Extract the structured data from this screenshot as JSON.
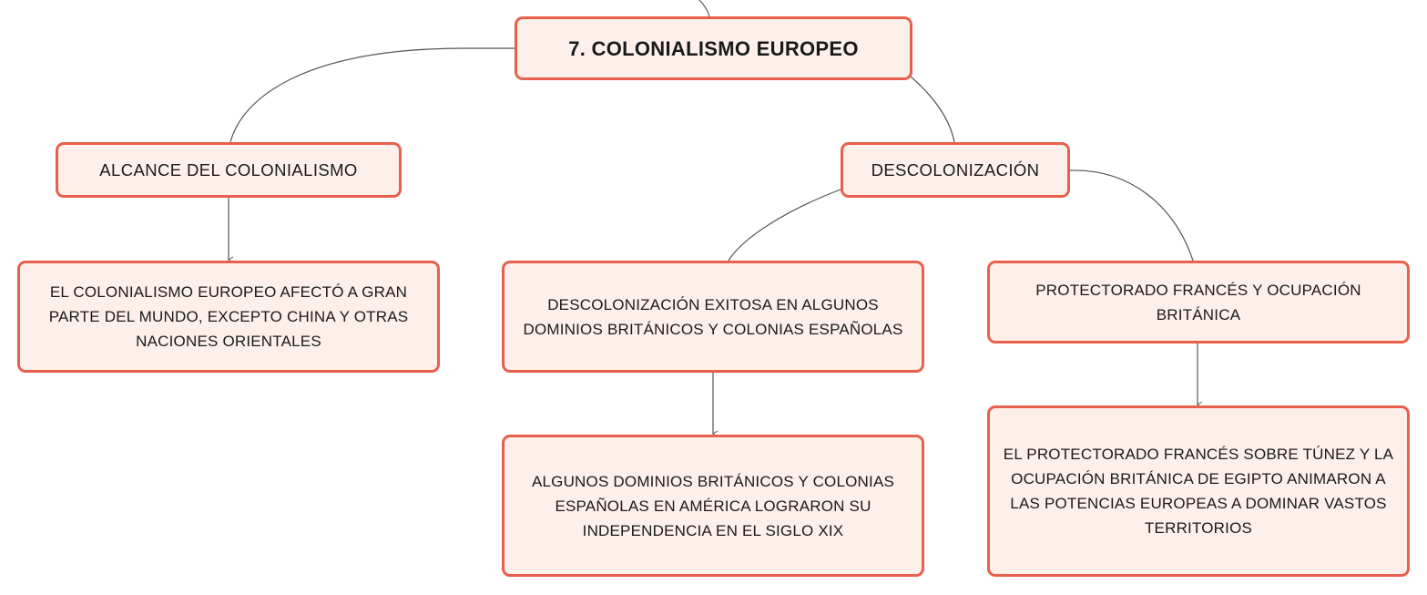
{
  "diagram": {
    "type": "concept-map",
    "colors": {
      "node_border": "#e8604c",
      "node_fill": "#fdf0eb",
      "connector": "#555555",
      "text": "#1a1a1a"
    },
    "root": {
      "label": "7. COLONIALISMO EUROPEO"
    },
    "branches": {
      "alcance": {
        "label": "ALCANCE DEL COLONIALISMO",
        "detail": "EL COLONIALISMO EUROPEO AFECTÓ A GRAN PARTE DEL MUNDO, EXCEPTO CHINA Y OTRAS NACIONES ORIENTALES"
      },
      "descolonizacion": {
        "label": "DESCOLONIZACIÓN",
        "children": {
          "exitosa": {
            "label": "DESCOLONIZACIÓN EXITOSA EN ALGUNOS DOMINIOS BRITÁNICOS Y COLONIAS ESPAÑOLAS",
            "detail": "ALGUNOS DOMINIOS BRITÁNICOS Y COLONIAS ESPAÑOLAS EN AMÉRICA LOGRARON SU INDEPENDENCIA EN EL SIGLO XIX"
          },
          "protectorado": {
            "label": "PROTECTORADO FRANCÉS Y OCUPACIÓN BRITÁNICA",
            "detail": "EL PROTECTORADO FRANCÉS SOBRE TÚNEZ Y LA OCUPACIÓN BRITÁNICA DE EGIPTO ANIMARON A LAS POTENCIAS EUROPEAS A DOMINAR VASTOS TERRITORIOS"
          }
        }
      }
    }
  }
}
